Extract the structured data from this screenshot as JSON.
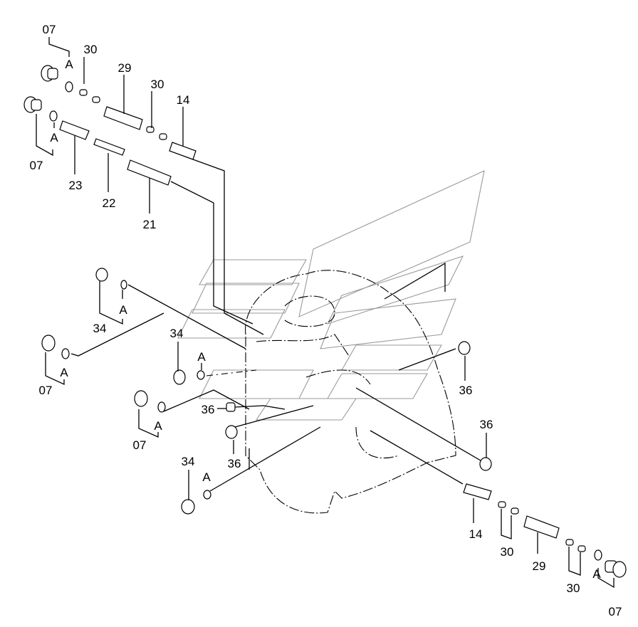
{
  "title": "Valve housing plugs, springs and spools – exploded parts view",
  "colors": {
    "line": "#000000",
    "watermark": "#9a9a9a",
    "background": "#ffffff"
  },
  "callouts": [
    {
      "id": "c1",
      "text": "07"
    },
    {
      "id": "c2",
      "text": "A"
    },
    {
      "id": "c3",
      "text": "30"
    },
    {
      "id": "c4",
      "text": "29"
    },
    {
      "id": "c5",
      "text": "30"
    },
    {
      "id": "c6",
      "text": "14"
    },
    {
      "id": "c7",
      "text": "A"
    },
    {
      "id": "c8",
      "text": "07"
    },
    {
      "id": "c9",
      "text": "23"
    },
    {
      "id": "c10",
      "text": "22"
    },
    {
      "id": "c11",
      "text": "21"
    },
    {
      "id": "c12",
      "text": "A"
    },
    {
      "id": "c13",
      "text": "34"
    },
    {
      "id": "c14",
      "text": "A"
    },
    {
      "id": "c15",
      "text": "07"
    },
    {
      "id": "c16",
      "text": "34"
    },
    {
      "id": "c17",
      "text": "A"
    },
    {
      "id": "c18",
      "text": "36"
    },
    {
      "id": "c19",
      "text": "A"
    },
    {
      "id": "c20",
      "text": "07"
    },
    {
      "id": "c21",
      "text": "36"
    },
    {
      "id": "c22",
      "text": "34"
    },
    {
      "id": "c23",
      "text": "A"
    },
    {
      "id": "c24",
      "text": "36"
    },
    {
      "id": "c25",
      "text": "36"
    },
    {
      "id": "c26",
      "text": "14"
    },
    {
      "id": "c27",
      "text": "30"
    },
    {
      "id": "c28",
      "text": "29"
    },
    {
      "id": "c29",
      "text": "30"
    },
    {
      "id": "c30",
      "text": "A"
    },
    {
      "id": "c31",
      "text": "07"
    }
  ]
}
